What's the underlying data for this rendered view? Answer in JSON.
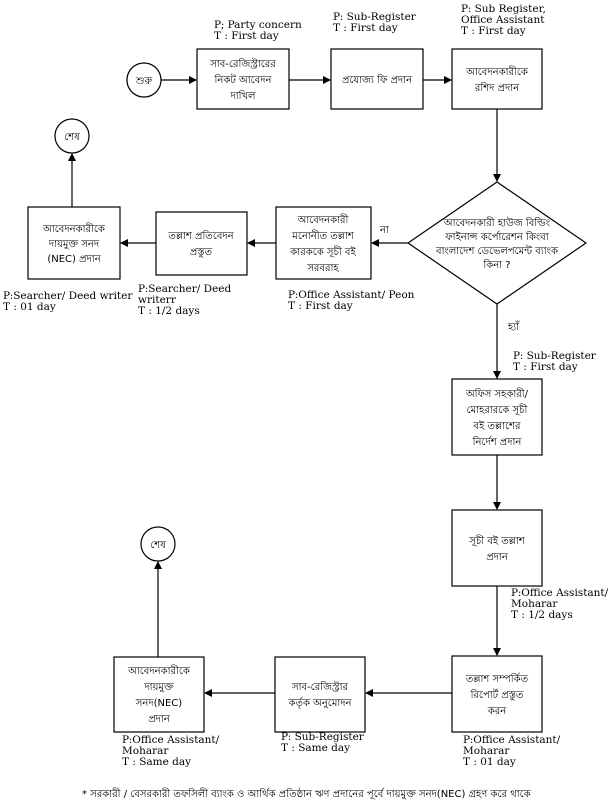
{
  "nodes": {
    "start": "শুরু",
    "b1": [
      "সাব-রেজিস্ট্রারের",
      "নিকট আবেদন",
      "দাখিল"
    ],
    "b2": [
      "প্রযোজ্য ফি প্রদান"
    ],
    "b3": [
      "আবেদনকারীকে",
      "রশিদ প্রদান"
    ],
    "decision": [
      "আবেদনকারী হাউজ বিল্ডিং",
      "ফাইনান্স কর্পোরেশন কিংবা",
      "বাংলাদেশ ডেভেলপমেন্ট ব্যাংক",
      "কিনা ?"
    ],
    "b4": [
      "আবেদনকারী",
      "মনোনীত তল্লাশ",
      "কারককে সূচী বই",
      "সরবরাহ"
    ],
    "b5": [
      "তল্লাশ প্রতিবেদন",
      "প্রস্তুত"
    ],
    "b6": [
      "আবেদনকারীকে",
      "দায়মুক্ত সনদ",
      "(NEC) প্রদান"
    ],
    "end1": "শেষ",
    "b7": [
      "অফিস সহকারী/",
      "মোহরারকে সূচী",
      "বই তল্লাশের",
      "নির্দেশ প্রদান"
    ],
    "b8": [
      "সূচী বই তল্লাশ",
      "প্রদান"
    ],
    "b9": [
      "তল্লাশ সম্পর্কিত",
      "রিপোর্ট প্রস্তুত",
      "করন"
    ],
    "b10": [
      "সাব-রেজিস্ট্রার",
      "কর্তৃক অনুমোদন"
    ],
    "b11": [
      "আবেদনকারীকে",
      "দায়মুক্ত",
      "সনদ(NEC)",
      "প্রদান"
    ],
    "end2": "শেষ"
  },
  "edge_labels": {
    "no": "না",
    "yes": "হ্যাঁ"
  },
  "annotations": {
    "b1": [
      "P; Party concern",
      "T : First day"
    ],
    "b2": [
      "P: Sub-Register",
      "T : First day"
    ],
    "b3": [
      "P: Sub Register,",
      "Office Assistant",
      "T : First day"
    ],
    "b4": [
      "P:Office Assistant/ Peon",
      "T : First day"
    ],
    "b5": [
      "P:Searcher/ Deed",
      "writerr",
      "T : 1/2 days"
    ],
    "b6": [
      "P:Searcher/ Deed writer",
      "T : 01 day"
    ],
    "b7": [
      "P: Sub-Register",
      "T : First day"
    ],
    "b8": [
      "P:Office Assistant/",
      "Moharar",
      "T : 1/2 days"
    ],
    "b9": [
      "P:Office Assistant/",
      "Moharar",
      "T : 01 day"
    ],
    "b10": [
      "P: Sub-Register",
      "T : Same day"
    ],
    "b11": [
      "P:Office Assistant/",
      "Moharar",
      "T : Same day"
    ]
  },
  "footnote": "* সরকারী / বেসরকারী তফসিলী ব্যাংক ও আর্থিক প্রতিষ্ঠান ঋণ প্রদানের পূর্বে দায়মুক্ত সনদ(NEC) গ্রহণ করে থাকে"
}
